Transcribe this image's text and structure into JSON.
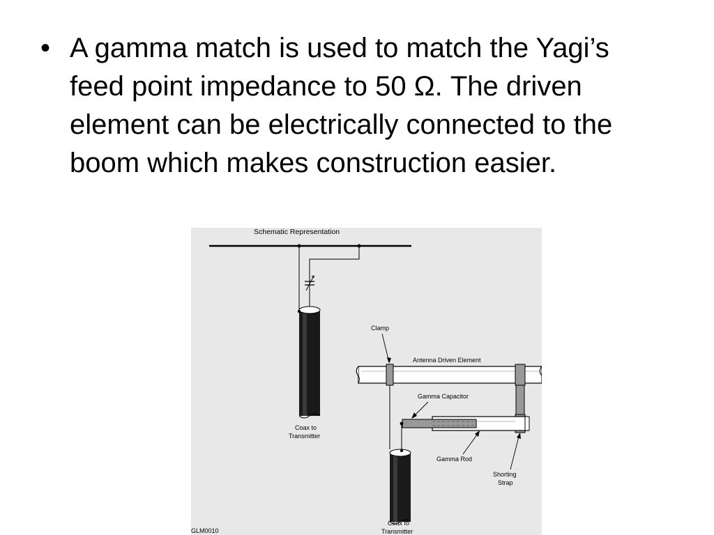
{
  "slide": {
    "bullet_symbol": "•",
    "bullet_text": "A gamma match is used to match the Yagi’s feed point impedance to 50 Ω.  The driven element can be electrically connected to the boom which makes construction easier."
  },
  "figure": {
    "schematic_title": "Schematic Representation",
    "coax_left": [
      "Coax to",
      "Transmitter"
    ],
    "coax_right": [
      "Coax to",
      "Transmitter"
    ],
    "clamp": "Clamp",
    "driven_element": "Antenna Driven Element",
    "gamma_capacitor": "Gamma Capacitor",
    "gamma_rod": "Gamma Rod",
    "shorting_strap": [
      "Shorting",
      "Strap"
    ],
    "figure_id": "GLM0010"
  }
}
